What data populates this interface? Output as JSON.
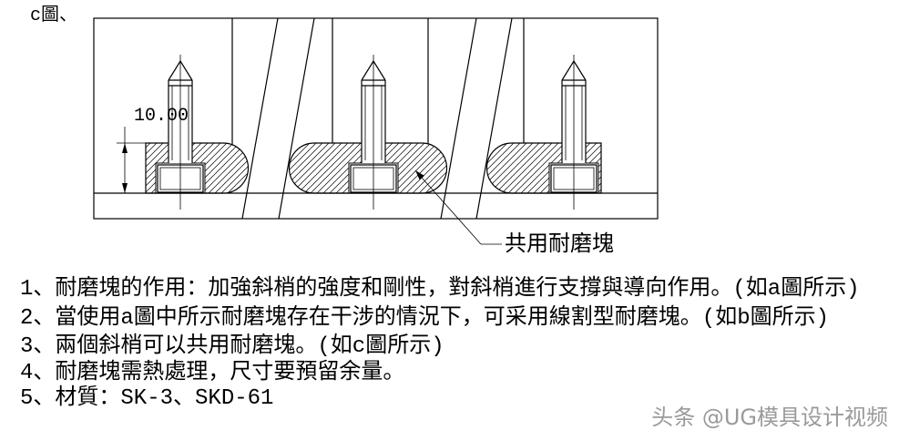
{
  "figure": {
    "label": "c圖、"
  },
  "drawing": {
    "dimension": "10.00",
    "callout": "共用耐磨塊"
  },
  "notes": [
    "1、耐磨塊的作用：加強斜梢的強度和剛性，對斜梢進行支撐與導向作用。(如a圖所示)",
    "2、當使用a圖中所示耐磨塊存在干涉的情況下，可采用線割型耐磨塊。(如b圖所示)",
    "3、兩個斜梢可以共用耐磨塊。(如c圖所示)",
    "4、耐磨塊需熱處理，尺寸要預留余量。",
    "5、材質：SK-3、SKD-61"
  ],
  "watermark": "头条 @UG模具设计视频",
  "colors": {
    "line": "#000000",
    "watermark": "#9a9a9a",
    "background": "#ffffff"
  }
}
